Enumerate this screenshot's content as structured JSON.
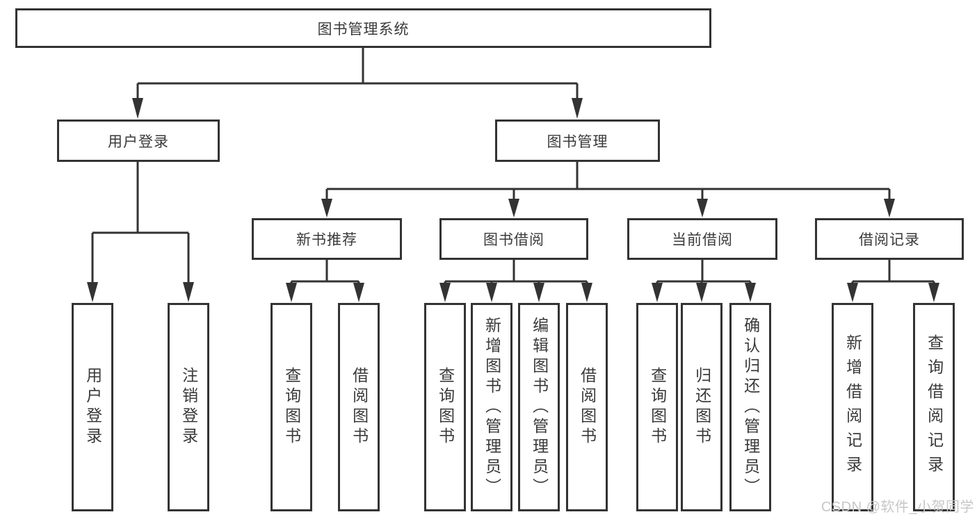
{
  "tree": {
    "root": {
      "label": "图书管理系统"
    },
    "branches": [
      {
        "label": "用户登录",
        "children": [
          "用户登录",
          "注销登录"
        ]
      },
      {
        "label": "图书管理",
        "sections": [
          {
            "label": "新书推荐",
            "children": [
              "查询图书",
              "借阅图书"
            ]
          },
          {
            "label": "图书借阅",
            "children": [
              "查询图书",
              "新增图书（管理员）",
              "编辑图书（管理员）",
              "借阅图书"
            ]
          },
          {
            "label": "当前借阅",
            "children": [
              "查询图书",
              "归还图书",
              "确认归还（管理员）"
            ]
          },
          {
            "label": "借阅记录",
            "children": [
              "新增借阅记录",
              "查询借阅记录"
            ]
          }
        ]
      }
    ]
  },
  "watermark": "CSDN @软件_小贺同学",
  "colors": {
    "line": "#333333",
    "text": "#3a3a3a",
    "background": "#ffffff",
    "watermark": "#c7c7c7"
  }
}
